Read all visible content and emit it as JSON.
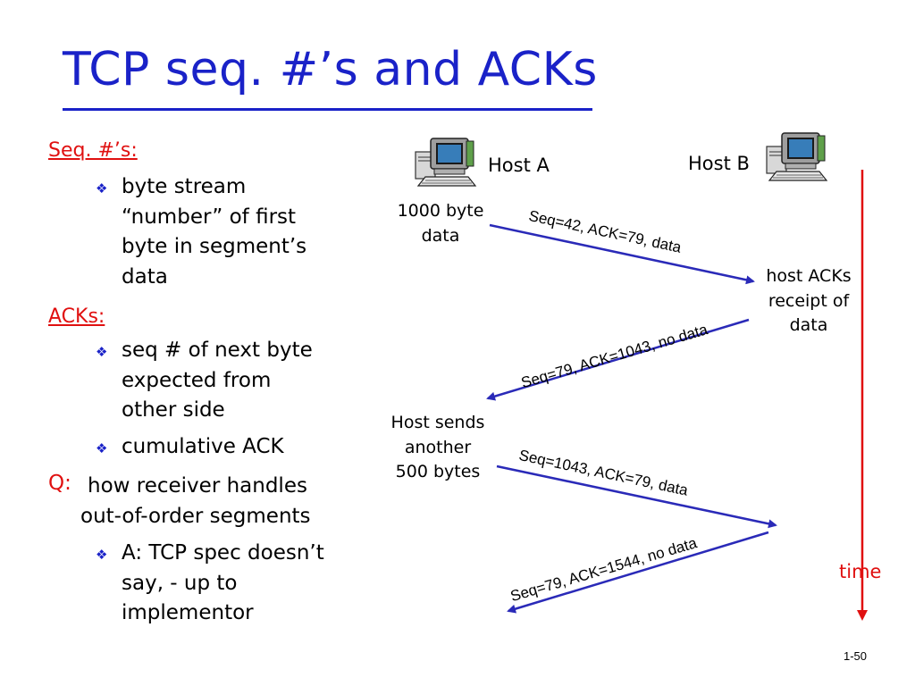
{
  "title": "TCP seq. #’s and ACKs",
  "left": {
    "seq_heading": "Seq. #’s:",
    "seq_bullet": [
      "byte stream",
      "“number” of first",
      "byte in segment’s",
      "data"
    ],
    "acks_heading": "ACKs:",
    "acks_bullet1": [
      "seq # of next byte",
      "expected from",
      "other side"
    ],
    "acks_bullet2": "cumulative ACK",
    "q_label": "Q:",
    "q_text": [
      "how receiver handles",
      "out-of-order segments"
    ],
    "q_bullet": [
      "A: TCP spec doesn’t",
      "say, - up to",
      "implementor"
    ],
    "bullet_glyph": "❖"
  },
  "diagram": {
    "host_a": "Host A",
    "host_b": "Host B",
    "note_a1": [
      "1000 byte",
      "data"
    ],
    "note_b1": [
      "host ACKs",
      "receipt of",
      "data"
    ],
    "note_a2": [
      "Host sends",
      "another",
      "500 bytes"
    ],
    "messages": [
      "Seq=42, ACK=79, data",
      "Seq=79, ACK=1043, no data",
      "Seq=1043, ACK=79, data",
      "Seq=79, ACK=1544, no data"
    ],
    "time_label": "time",
    "colors": {
      "arrow": "#2a2ab8",
      "timeline": "#e01010",
      "title": "#1a22c8",
      "heading": "#e01010"
    }
  },
  "page_number": "1-50"
}
